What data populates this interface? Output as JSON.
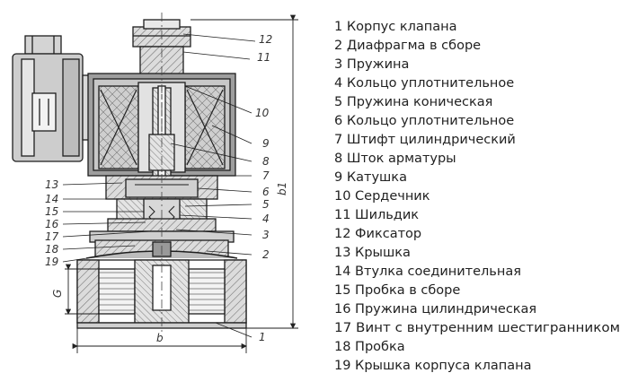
{
  "callouts": {
    "left": [
      "13",
      "14",
      "15",
      "16",
      "17",
      "18",
      "19"
    ],
    "right": [
      "12",
      "11",
      "10",
      "9",
      "8",
      "7",
      "6",
      "5",
      "4",
      "3",
      "2"
    ],
    "bottom": "1"
  },
  "dimensions": {
    "height": "b1",
    "width": "b",
    "port": "G"
  },
  "legend": [
    "1 Корпус клапана",
    "2 Диафрагма в сборе",
    "3 Пружина",
    "4 Кольцо уплотнительное",
    "5 Пружина коническая",
    "6 Кольцо уплотнительное",
    "7 Штифт цилиндрический",
    "8 Шток арматуры",
    "9 Катушка",
    "10 Сердечник",
    "11 Шильдик",
    "12 Фиксатор",
    "13 Крышка",
    "14 Втулка соединительная",
    "15 Пробка в сборе",
    "16 Пружина цилиндрическая",
    "17 Винт с внутренним шестигранником",
    "18 Пробка",
    "19 Крышка корпуса клапана"
  ]
}
